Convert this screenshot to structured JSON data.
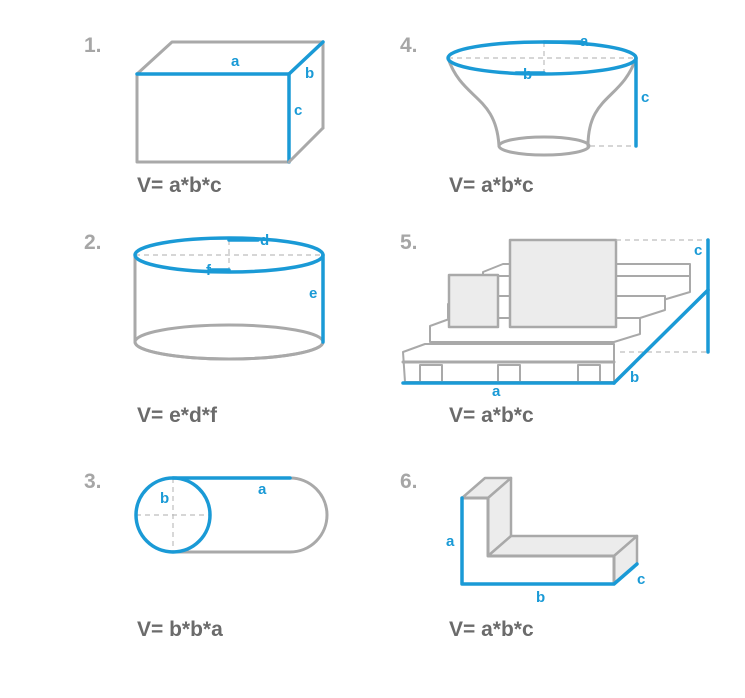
{
  "colors": {
    "accent": "#1a9ad6",
    "outline": "#a9a9a9",
    "formula": "#6b6b6b",
    "number": "#a6a6a6"
  },
  "shapes": [
    {
      "number": "1.",
      "name": "rectangular box",
      "labels": {
        "a": "a",
        "b": "b",
        "c": "c"
      },
      "formula": "V= a*b*c"
    },
    {
      "number": "2.",
      "name": "cylinder",
      "labels": {
        "d": "d",
        "e": "e",
        "f": "f"
      },
      "formula": "V= e*d*f"
    },
    {
      "number": "3.",
      "name": "stadium cylinder",
      "labels": {
        "a": "a",
        "b": "b"
      },
      "formula": "V= b*b*a"
    },
    {
      "number": "4.",
      "name": "flared vessel",
      "labels": {
        "a": "a",
        "b": "b",
        "c": "c"
      },
      "formula": "V= a*b*c"
    },
    {
      "number": "5.",
      "name": "pallet load",
      "labels": {
        "a": "a",
        "b": "b",
        "c": "c"
      },
      "formula": "V= a*b*c"
    },
    {
      "number": "6.",
      "name": "L-shaped profile",
      "labels": {
        "a": "a",
        "b": "b",
        "c": "c"
      },
      "formula": "V= a*b*c"
    }
  ]
}
